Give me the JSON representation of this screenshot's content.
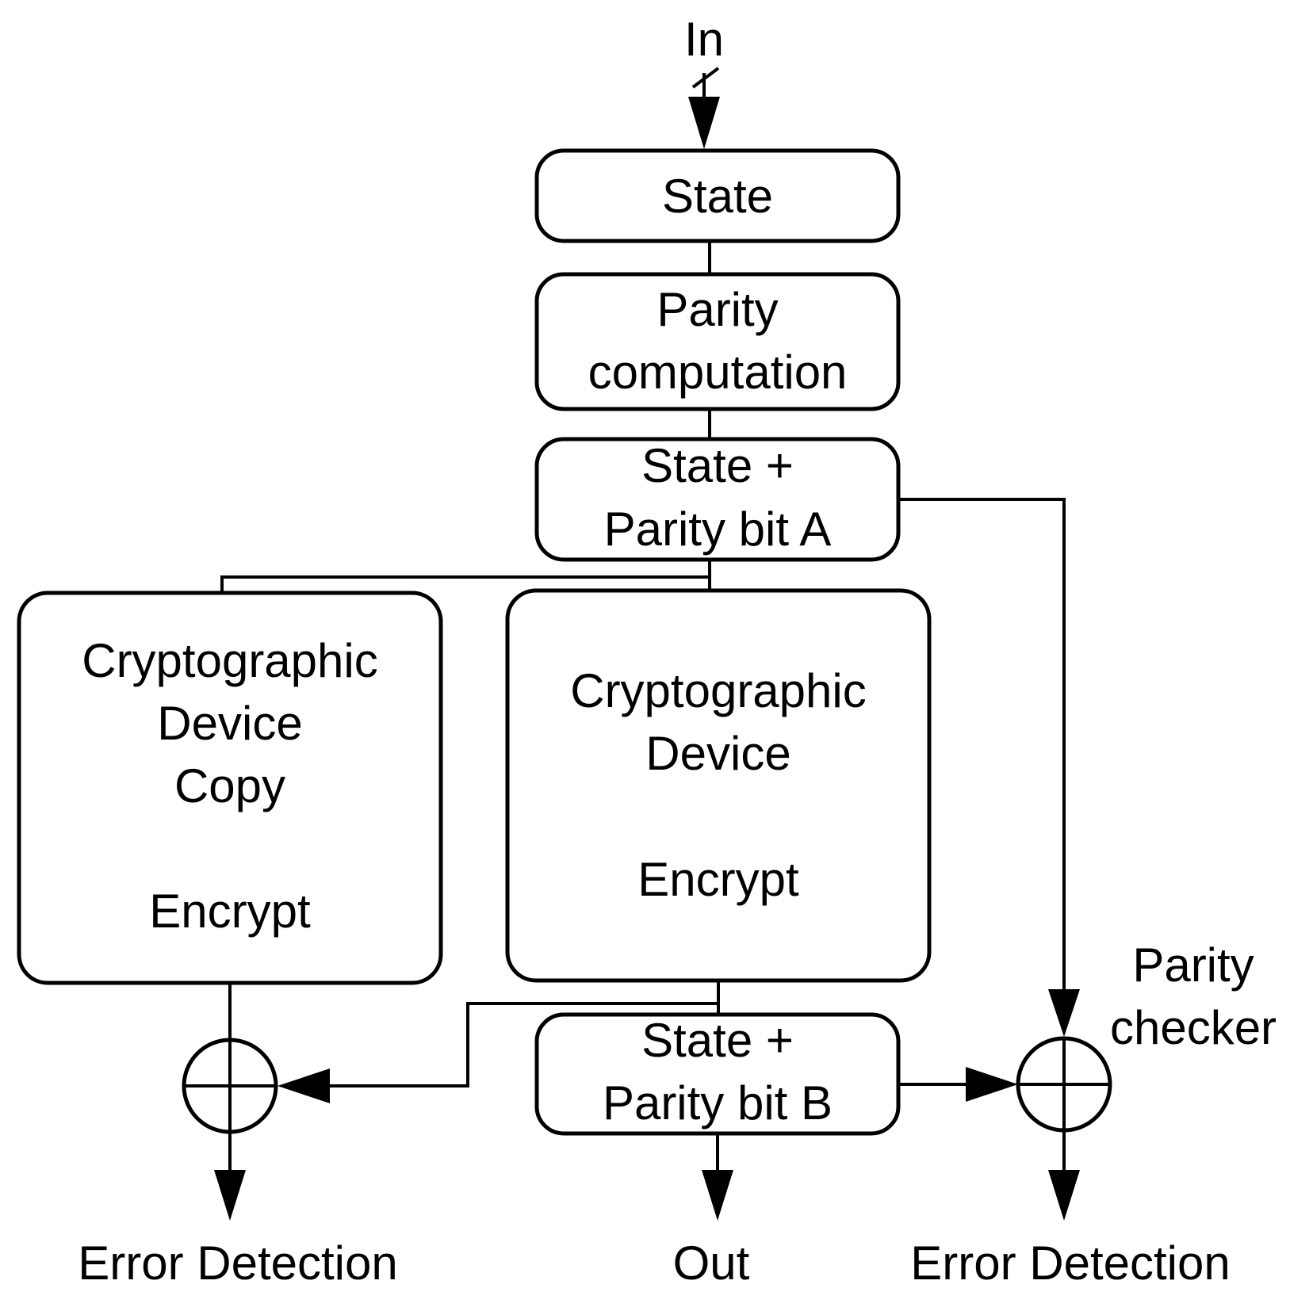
{
  "diagram": {
    "input_label": "In",
    "boxes": {
      "state": {
        "lines": [
          "State"
        ]
      },
      "parity_computation": {
        "lines": [
          "Parity",
          "computation"
        ]
      },
      "state_parity_a": {
        "lines": [
          "State +",
          "Parity bit A"
        ]
      },
      "crypto_copy": {
        "lines": [
          "Cryptographic",
          "Device",
          "Copy",
          "",
          "Encrypt"
        ]
      },
      "crypto_device": {
        "lines": [
          "Cryptographic",
          "Device",
          "",
          "Encrypt"
        ]
      },
      "state_parity_b": {
        "lines": [
          "State +",
          "Parity bit B"
        ]
      }
    },
    "parity_checker_label": [
      "Parity",
      "checker"
    ],
    "outputs": {
      "left": "Error Detection",
      "middle": "Out",
      "right": "Error Detection"
    }
  }
}
